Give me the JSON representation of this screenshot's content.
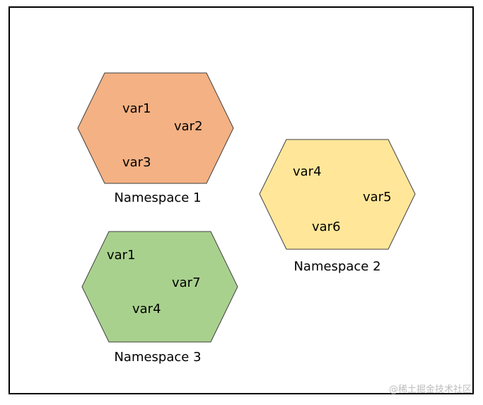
{
  "namespaces": [
    {
      "label": "Namespace 1",
      "fill": "#F4B183",
      "vars": [
        "var1",
        "var2",
        "var3"
      ]
    },
    {
      "label": "Namespace 2",
      "fill": "#FFE699",
      "vars": [
        "var4",
        "var5",
        "var6"
      ]
    },
    {
      "label": "Namespace 3",
      "fill": "#A9D18E",
      "vars": [
        "var1",
        "var7",
        "var4"
      ]
    }
  ],
  "stroke_color": "#404040",
  "watermark": "@稀土掘金技术社区"
}
